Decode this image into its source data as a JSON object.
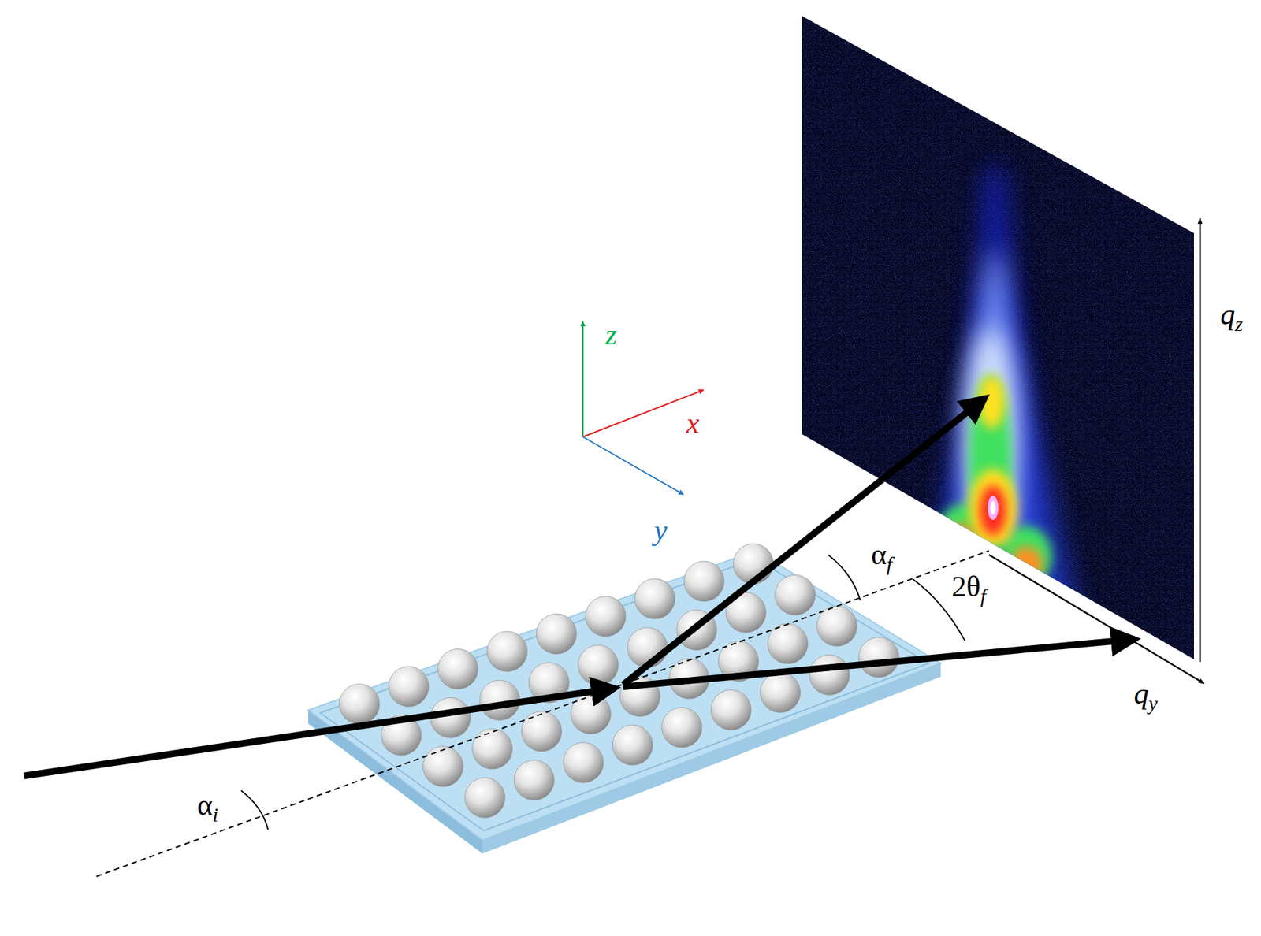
{
  "diagram": {
    "labels": [
      "z",
      "x",
      "y",
      "αf",
      "2θf",
      "qz",
      "qy",
      "αi"
    ]
  }
}
